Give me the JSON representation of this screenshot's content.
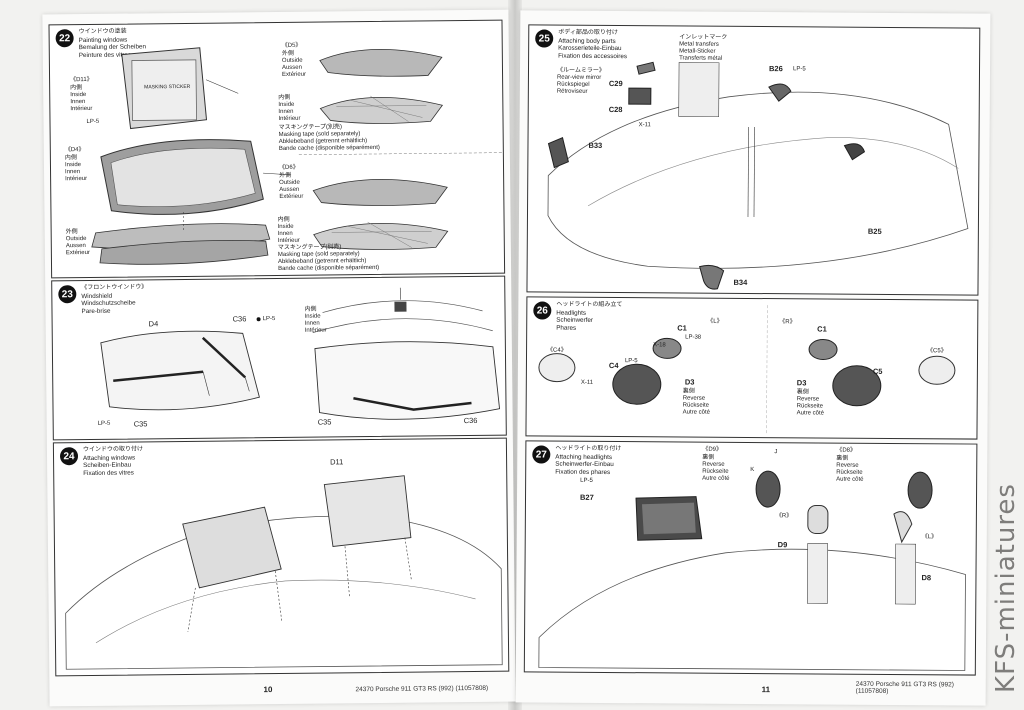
{
  "left_page": {
    "page_number": "10",
    "footer": "24370  Porsche 911 GT3 RS (992)  (11057808)",
    "steps": [
      {
        "number": "22",
        "titles": [
          "ウインドウの塗装",
          "Painting windows",
          "Bemalung der Scheiben",
          "Peinture des vitres"
        ],
        "labels": {
          "d11": "《D11》",
          "inside": "内側\nInside\nInnen\nIntérieur",
          "d4": "《D4》",
          "outside": "外側\nOutside\nAussen\nExtérieur",
          "d5": "《D5》",
          "d5_outside": "外側\nOutside\nAussen\nExtérieur",
          "d5_inside": "内側\nInside\nInnen\nIntérieur",
          "masking": "マスキングテープ(別売)\nMasking tape (sold separately)\nAbklebeband (getrennt erhältlich)\nBande cache (disponible séparément)",
          "d6": "《D6》",
          "d6_outside": "外側\nOutside\nAussen\nExtérieur",
          "d6_inside": "内側\nInside\nInnen\nIntérieur",
          "masking2": "マスキングテープ(別売)\nMasking tape (sold separately)\nAbklebeband (getrennt erhältlich)\nBande cache (disponible séparément)",
          "lp5": "LP-5",
          "masking_sticker": "MASKING STICKER"
        }
      },
      {
        "number": "23",
        "titles": [
          "《フロントウインドウ》",
          "Windshield",
          "Windschutzscheibe",
          "Pare-brise"
        ],
        "labels": {
          "d4": "D4",
          "c36": "C36",
          "c35": "C35",
          "c35b": "C35",
          "c36b": "C36",
          "lp5": "LP-5",
          "inside": "内側\nInside\nInnen\nIntérieur"
        }
      },
      {
        "number": "24",
        "titles": [
          "ウインドウの取り付け",
          "Attaching windows",
          "Scheiben-Einbau",
          "Fixation des vitres"
        ],
        "labels": {
          "d11": "D11"
        }
      }
    ]
  },
  "right_page": {
    "page_number": "11",
    "footer": "24370  Porsche 911 GT3 RS (992)  (11057808)",
    "steps": [
      {
        "number": "25",
        "titles": [
          "ボディ部品の取り付け",
          "Attaching body parts",
          "Karosserieteile-Einbau",
          "Fixation des accessoires"
        ],
        "labels": {
          "mirror": "《ルームミラー》\nRear-view mirror\nRückspiegel\nRétroviseur",
          "c29": "C29",
          "c28": "C28",
          "b26": "B26",
          "b33": "B33",
          "b25": "B25",
          "b34": "B34",
          "lp5": "LP-5",
          "x11": "X-11",
          "metal": "インレットマーク\nMetal transfers\nMetall-Sticker\nTransferts métal"
        }
      },
      {
        "number": "26",
        "titles": [
          "ヘッドライトの組み立て",
          "Headlights",
          "Scheinwerfer",
          "Phares"
        ],
        "labels": {
          "c4": "《C4》",
          "l": "《L》",
          "c1": "C1",
          "c4b": "C4",
          "d3": "D3",
          "reverse": "裏側\nReverse\nRückseite\nAutre côté",
          "r": "《R》",
          "c1b": "C1",
          "c5": "C5",
          "c5p": "《C5》",
          "d3b": "D3",
          "reverse2": "裏側\nReverse\nRückseite\nAutre côté",
          "lp38": "LP-38",
          "x18": "X-18",
          "x11": "X-11",
          "lp5": "LP-5"
        }
      },
      {
        "number": "27",
        "titles": [
          "ヘッドライトの取り付け",
          "Attaching headlights",
          "Scheinwerfer-Einbau",
          "Fixation des phares"
        ],
        "labels": {
          "b27": "B27",
          "lp5": "LP-5",
          "d9": "《D9》",
          "reverse": "裏側\nReverse\nRückseite\nAutre côté",
          "d8": "《D8》",
          "reverse2": "裏側\nReverse\nRückseite\nAutre côté",
          "r": "《R》",
          "l": "《L》",
          "d9b": "D9",
          "d8b": "D8",
          "j": "J",
          "k": "K"
        }
      }
    ]
  },
  "watermark": "KFS-miniatures"
}
